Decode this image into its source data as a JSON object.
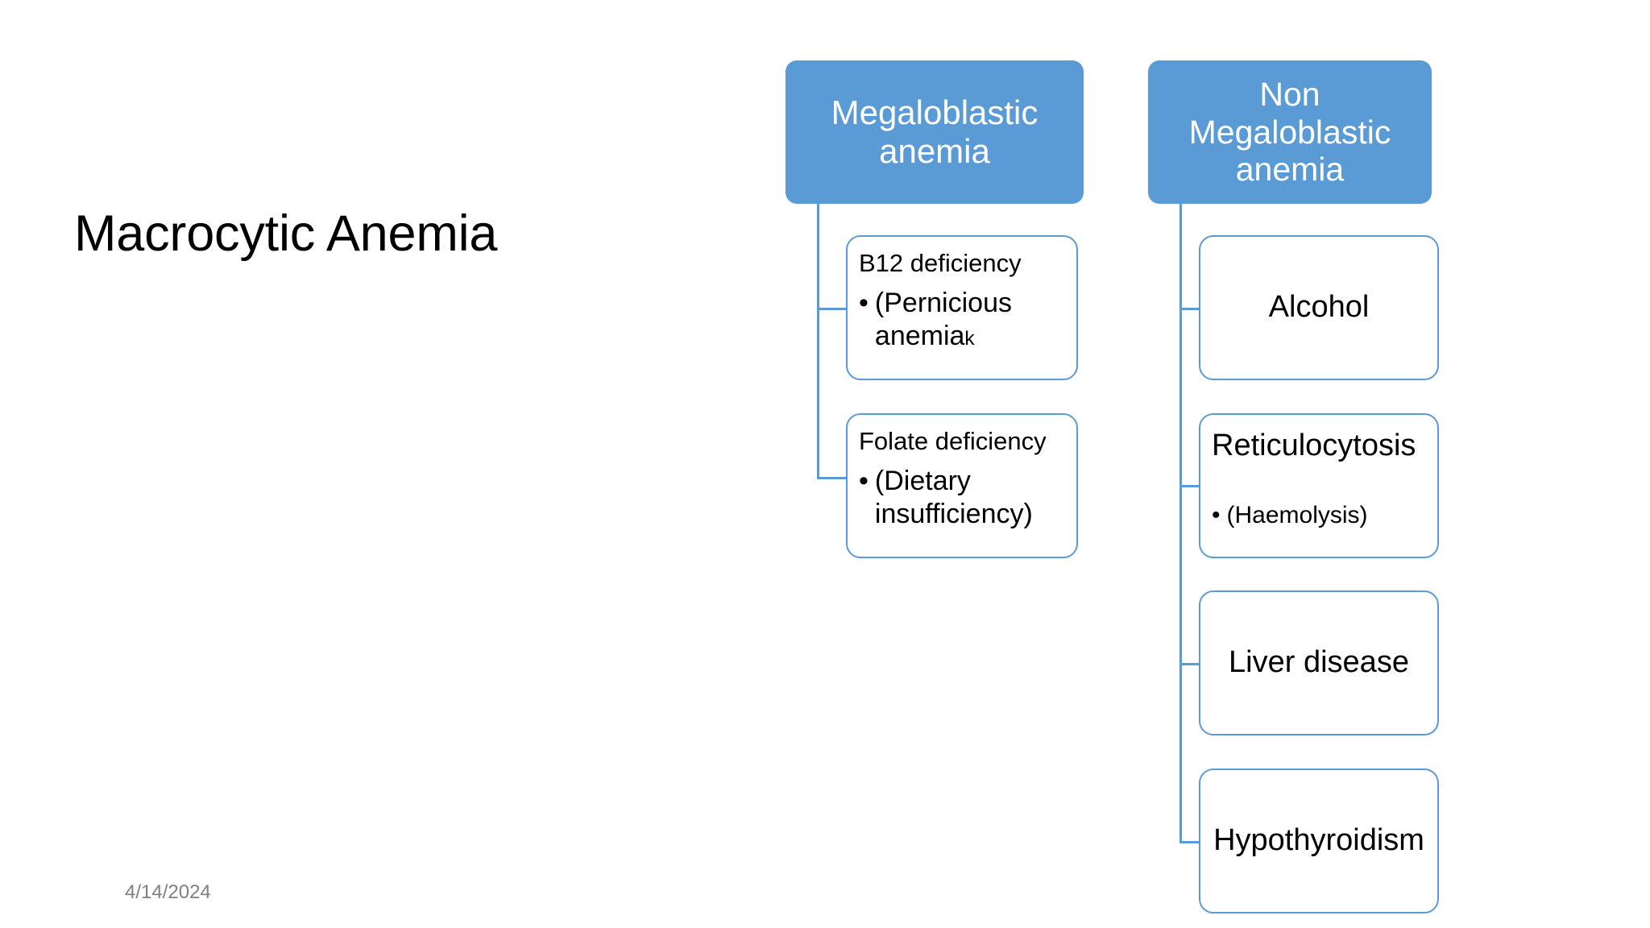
{
  "slide": {
    "title": "Macrocytic Anemia",
    "date": "4/14/2024",
    "accent_color": "#5B9BD5",
    "background_color": "#FFFFFF",
    "date_color": "#808080"
  },
  "diagram": {
    "type": "hierarchy",
    "branches": [
      {
        "id": "megaloblastic",
        "root_label": "Megaloblastic anemia",
        "root_label_lines": [
          "Megaloblastic",
          "anemia"
        ],
        "children": [
          {
            "id": "b12-deficiency",
            "heading": "B12 deficiency",
            "bullet_marker": "•",
            "bullet_text": "(Pernicious anemia",
            "bullet_text_trailing": "k",
            "bullet_lines": [
              "(Pernicious",
              "anemiak"
            ]
          },
          {
            "id": "folate-deficiency",
            "heading": "Folate deficiency",
            "bullet_marker": "•",
            "bullet_text": "(Dietary insufficiency)",
            "bullet_lines": [
              "(Dietary",
              "insufficiency)"
            ]
          }
        ]
      },
      {
        "id": "non-megaloblastic",
        "root_label": "Non Megaloblastic anemia",
        "root_label_lines": [
          "Non",
          "Megaloblastic",
          "anemia"
        ],
        "children": [
          {
            "id": "alcohol",
            "label": "Alcohol"
          },
          {
            "id": "reticulocytosis",
            "heading": "Reticulocytosis",
            "bullet_marker": "•",
            "bullet_text": "(Haemolysis)"
          },
          {
            "id": "liver-disease",
            "label": "Liver disease"
          },
          {
            "id": "hypothyroidism",
            "label": "Hypothyroidism"
          }
        ]
      }
    ]
  }
}
